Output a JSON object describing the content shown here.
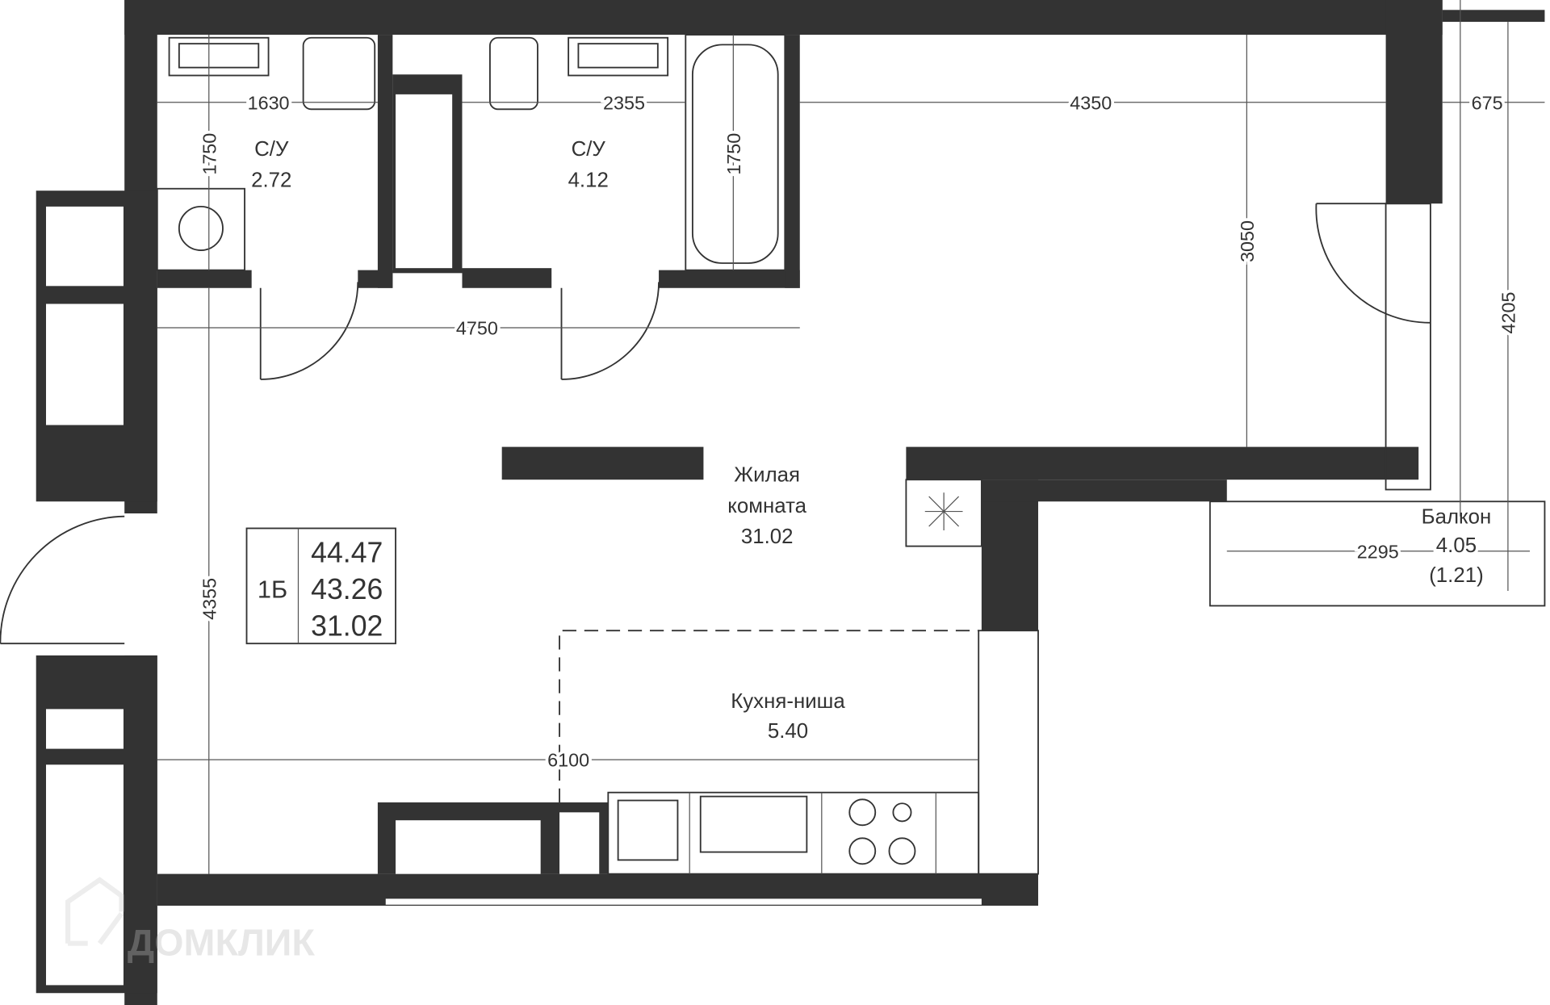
{
  "rooms": {
    "bath1": {
      "name": "С/У",
      "area": "2.72"
    },
    "bath2": {
      "name": "С/У",
      "area": "4.12"
    },
    "living": {
      "name_line1": "Жилая",
      "name_line2": "комната",
      "area": "31.02"
    },
    "kitchen": {
      "name": "Кухня-ниша",
      "area": "5.40"
    },
    "balcony": {
      "name": "Балкон",
      "area": "4.05",
      "area_coef": "(1.21)"
    }
  },
  "summary": {
    "type": "1Б",
    "total": "44.47",
    "without_balcony": "43.26",
    "living": "31.02"
  },
  "dimensions": {
    "d1630": "1630",
    "d2355": "2355",
    "d4350": "4350",
    "d675": "675",
    "d1750a": "1750",
    "d1750b": "1750",
    "d3050": "3050",
    "d4205": "4205",
    "d4750": "4750",
    "d4355": "4355",
    "d6100": "6100",
    "d2295": "2295"
  },
  "watermark": "ДОМКЛИК",
  "colors": {
    "wall": "#333333"
  }
}
